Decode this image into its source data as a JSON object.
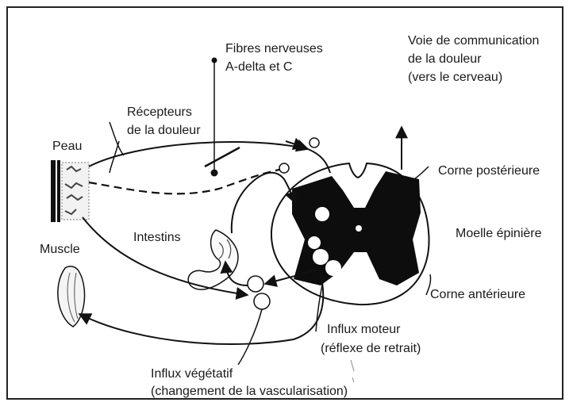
{
  "diagram": {
    "labels": {
      "fibres_line1": "Fibres nerveuses",
      "fibres_line2": "A-delta et C",
      "voie_line1": "Voie de communication",
      "voie_line2": "de la douleur",
      "voie_line3": "(vers le cerveau)",
      "recepteurs_line1": "Récepteurs",
      "recepteurs_line2": "de la douleur",
      "peau": "Peau",
      "corne_posterieure": "Corne postérieure",
      "intestins": "Intestins",
      "moelle_epiniere": "Moelle épinière",
      "muscle": "Muscle",
      "corne_anterieure": "Corne antérieure",
      "influx_moteur_line1": "Influx moteur",
      "influx_moteur_line2": "(réflexe de retrait)",
      "influx_vegetatif_line1": "Influx végétatif",
      "influx_vegetatif_line2": "(changement de la vascularisation)"
    }
  }
}
